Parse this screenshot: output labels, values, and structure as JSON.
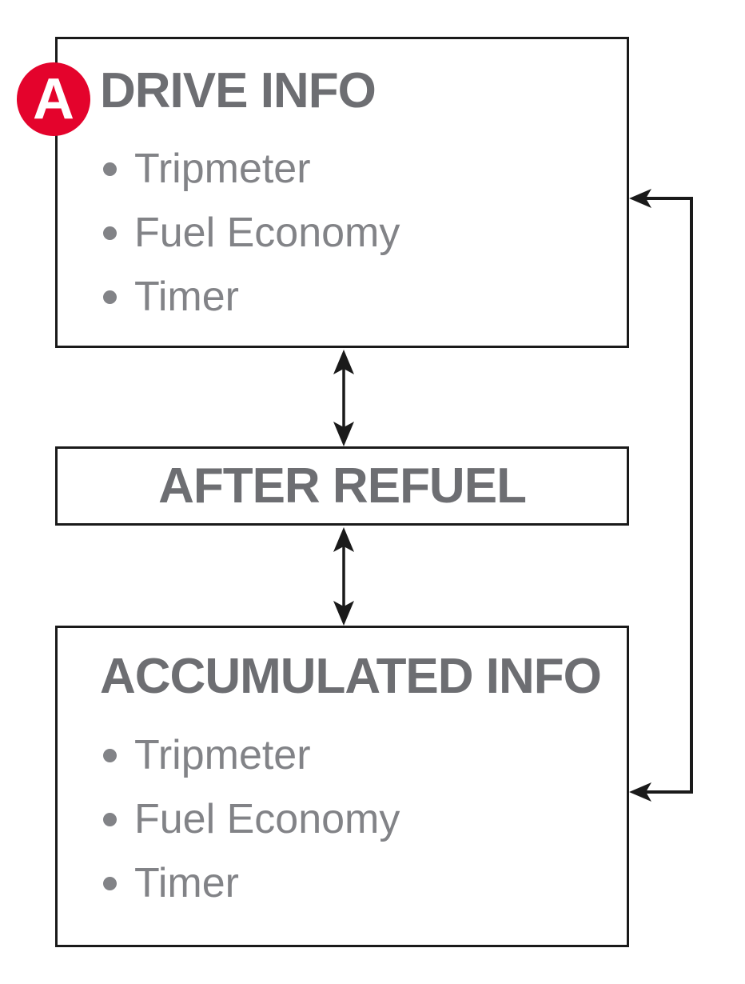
{
  "diagram": {
    "badge": {
      "label": "A"
    },
    "drive_info": {
      "title": "DRIVE INFO",
      "items": [
        "Tripmeter",
        "Fuel Economy",
        "Timer"
      ]
    },
    "after_refuel": {
      "title": "AFTER REFUEL"
    },
    "accumulated_info": {
      "title": "ACCUMULATED INFO",
      "items": [
        "Tripmeter",
        "Fuel Economy",
        "Timer"
      ]
    },
    "colors": {
      "accent_red": "#e4032c",
      "title_gray": "#6d6e72",
      "item_gray": "#828387",
      "line_black": "#1a1a1a"
    }
  }
}
